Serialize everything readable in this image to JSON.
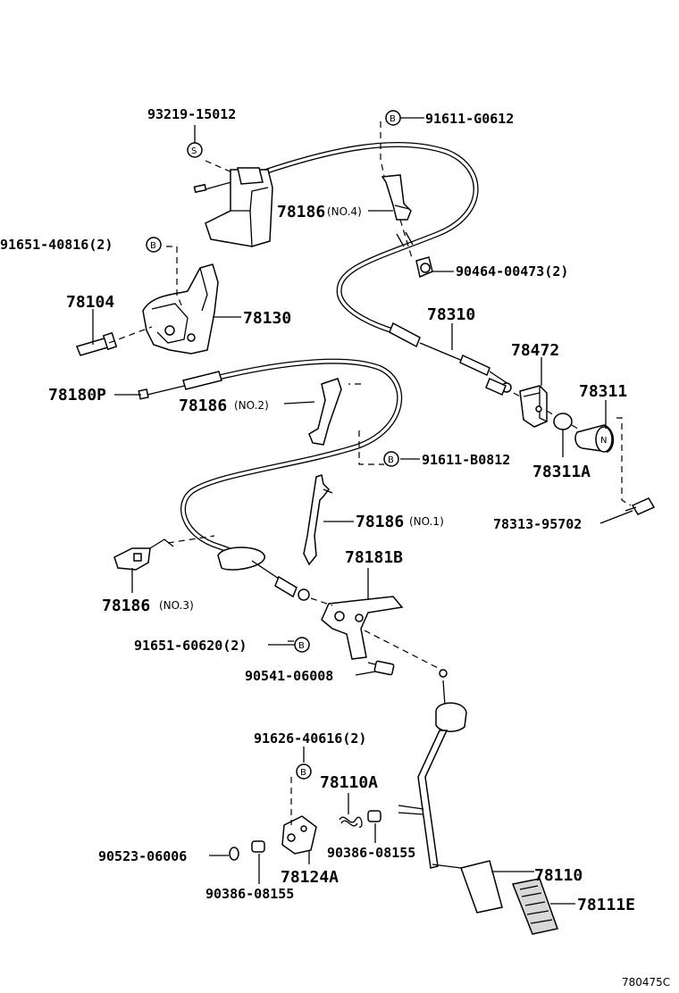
{
  "catalog_number": "780475C",
  "symbols": {
    "s": "S",
    "b": "B"
  },
  "labels": {
    "p93219": "93219-15012",
    "p91611g": "91611-G0612",
    "p78186_4": "78186",
    "p78186_4n": "(NO.4)",
    "p91651_408": "91651-40816(2)",
    "p90464": "90464-00473(2)",
    "p78104": "78104",
    "p78130": "78130",
    "p78310": "78310",
    "p78472": "78472",
    "p78180p": "78180P",
    "p78186_2": "78186",
    "p78186_2n": "(NO.2)",
    "p78311": "78311",
    "p91611b": "91611-B0812",
    "p78311a": "78311A",
    "p78186_1": "78186",
    "p78186_1n": "(NO.1)",
    "p78313": "78313-95702",
    "p78181b": "78181B",
    "p78186_3": "78186",
    "p78186_3n": "(NO.3)",
    "p91651_606": "91651-60620(2)",
    "p90541": "90541-06008",
    "p91626": "91626-40616(2)",
    "p78110a": "78110A",
    "p90386a": "90386-08155",
    "p90523": "90523-06006",
    "p78124a": "78124A",
    "p90386b": "90386-08155",
    "p78110": "78110",
    "p78111e": "78111E"
  }
}
